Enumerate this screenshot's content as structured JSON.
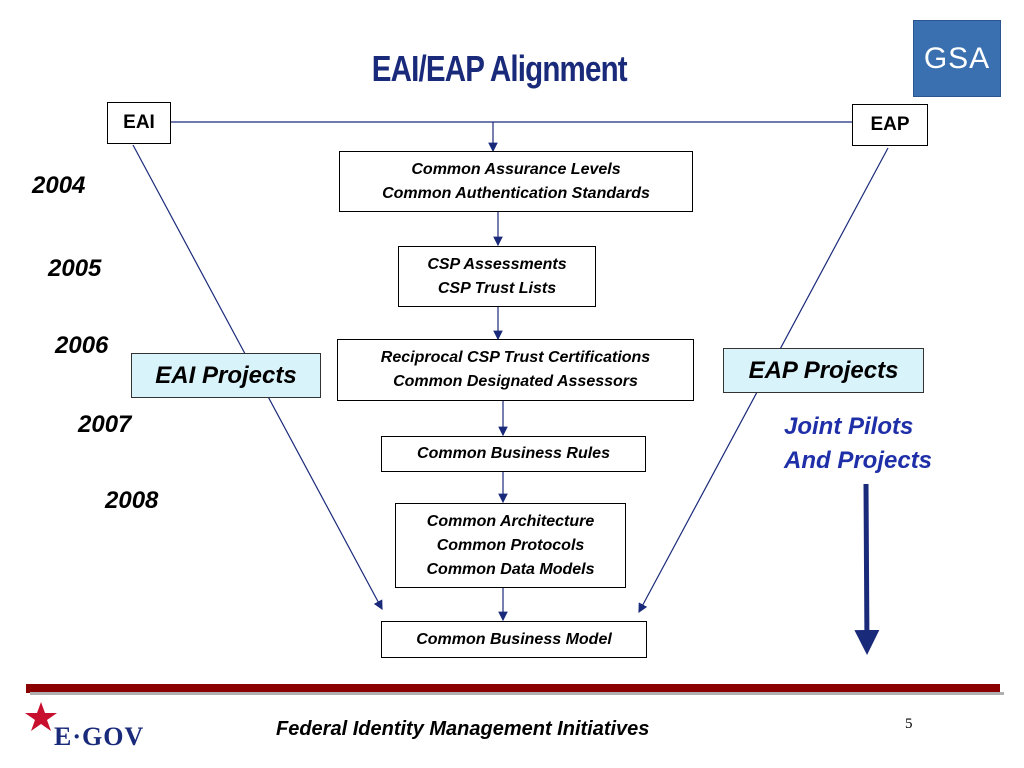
{
  "title": "EAI/EAP Alignment",
  "logo": {
    "text": "GSA",
    "name": "gsa-logo"
  },
  "eai_label": "EAI",
  "eap_label": "EAP",
  "years": [
    "2004",
    "2005",
    "2006",
    "2007",
    "2008"
  ],
  "steps": [
    [
      "Common Assurance Levels",
      "Common Authentication Standards"
    ],
    [
      "CSP Assessments",
      "CSP Trust Lists"
    ],
    [
      "Reciprocal CSP Trust Certifications",
      "Common Designated Assessors"
    ],
    [
      "Common Business Rules"
    ],
    [
      "Common Architecture",
      "Common Protocols",
      "Common Data Models"
    ],
    [
      "Common Business Model"
    ]
  ],
  "eai_projects": "EAI Projects",
  "eap_projects": "EAP Projects",
  "joint": [
    "Joint Pilots",
    "And Projects"
  ],
  "footer": {
    "text": "Federal Identity Management Initiatives",
    "page_number": "5",
    "egov_logo": "E·GOV"
  },
  "colors": {
    "title": "#1a2a7a",
    "arrow": "#1a2a7a",
    "joint_text": "#1f2fa8",
    "footer_bar": "#8b0000",
    "project_fill": "#d9f3fb",
    "star": "#c8102e"
  }
}
